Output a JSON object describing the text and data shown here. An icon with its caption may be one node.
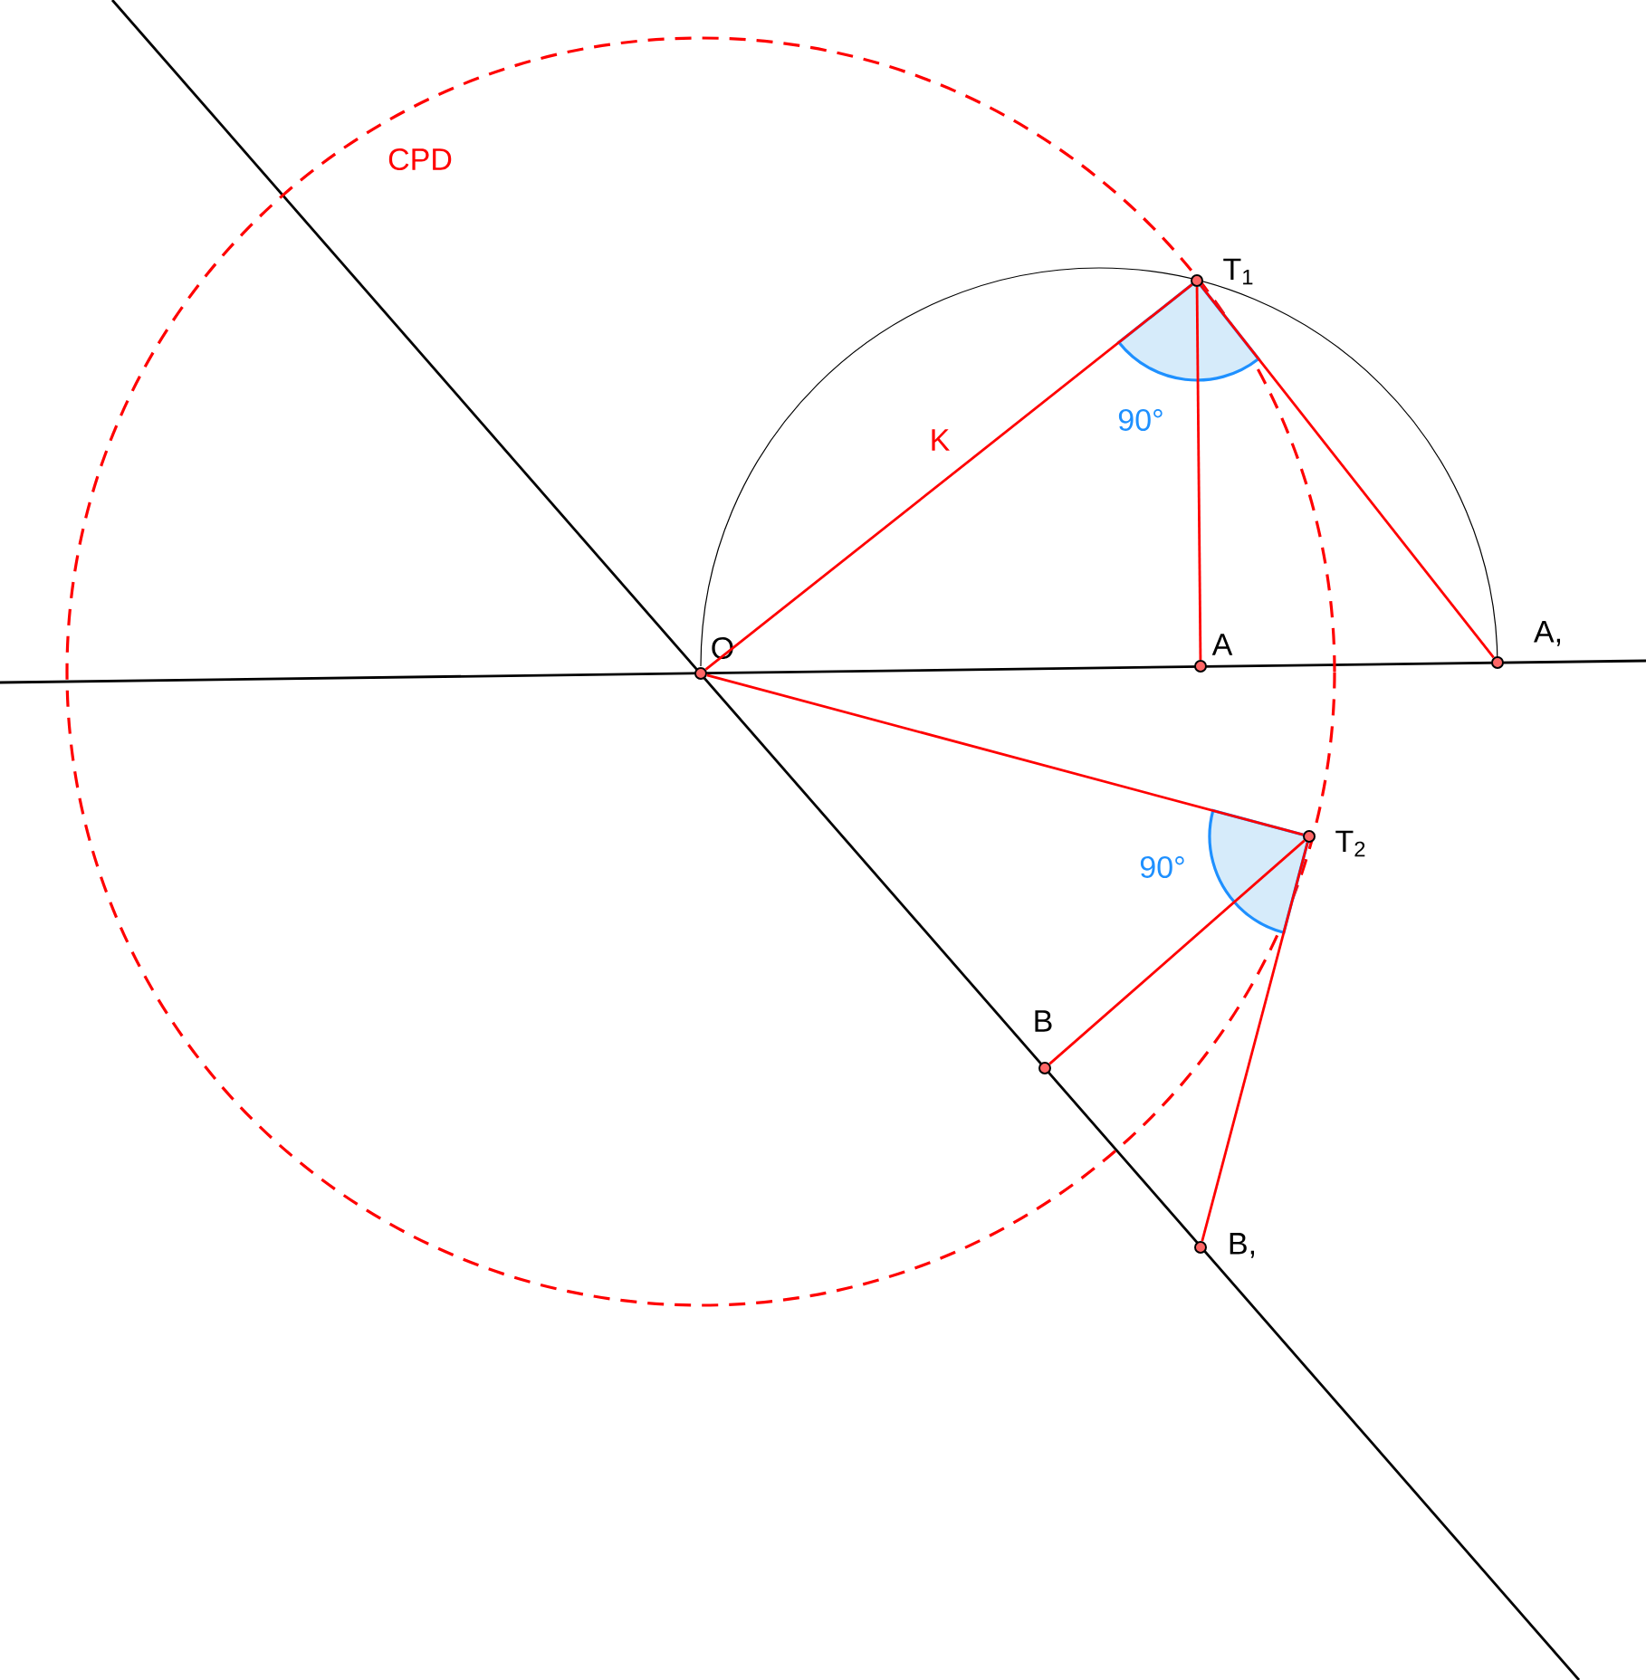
{
  "diagram": {
    "nodes": [
      {
        "text": [
          "O"
        ]
      },
      {
        "text": [
          "T$_{1}$"
        ]
      },
      {
        "text": [
          "A"
        ]
      },
      {
        "text": [
          "A,"
        ]
      },
      {
        "text": [
          "T$_{2}$"
        ]
      },
      {
        "text": [
          "B"
        ]
      },
      {
        "text": [
          "B,"
        ]
      }
    ],
    "edges": [
      {
        "from": 0,
        "to": 1,
        "arrow": "none",
        "label": "K"
      },
      {
        "from": 1,
        "to": 2,
        "arrow": "none"
      },
      {
        "from": 1,
        "to": 3,
        "arrow": "none"
      },
      {
        "from": 0,
        "to": 4,
        "arrow": "none"
      },
      {
        "from": 4,
        "to": 5,
        "arrow": "none"
      },
      {
        "from": 4,
        "to": 6,
        "arrow": "none"
      }
    ],
    "labels": [
      "CPD",
      "90°",
      "90°"
    ]
  }
}
